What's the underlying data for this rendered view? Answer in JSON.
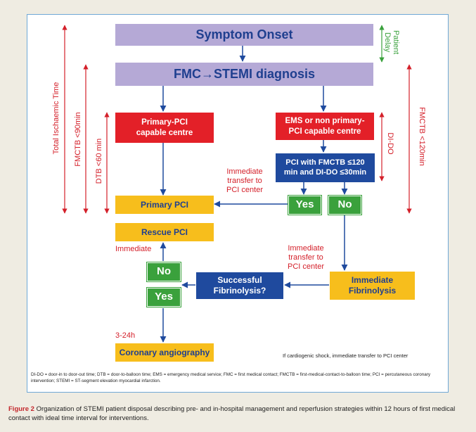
{
  "boxes": {
    "symptom_onset": "Symptom Onset",
    "fmc_diagnosis": "FMC→STEMI diagnosis",
    "primary_capable_centre": "Primary-PCI capable centre",
    "ems_centre": "EMS or non primary-PCI capable centre",
    "pci_decision": "PCI with FMCTB ≤120 min and DI-DO ≤30min",
    "yes_top": "Yes",
    "no_top": "No",
    "primary_pci": "Primary PCI",
    "rescue_pci": "Rescue PCI",
    "immediate_fibrinolysis": "Immediate Fibrinolysis",
    "successful_fibrinolysis": "Successful Fibrinolysis?",
    "no_bottom": "No",
    "yes_bottom": "Yes",
    "coronary_angiography": "Coronary angiography"
  },
  "labels": {
    "immediate_transfer_1": "Immediate transfer to PCI center",
    "immediate_transfer_2": "Immediate transfer to PCI center",
    "immediate": "Immediate",
    "timing": "3-24h",
    "cardiogenic_note": "If cardiogenic shock, immediate transfer to PCI center"
  },
  "time_labels": {
    "total_ischaemic": "Total Ischaemic Time",
    "fmctb_90": "FMCTB <90min",
    "dtb_60": "DTB <60 min",
    "patient_delay": "Patient Delay",
    "fmctb_120": "FMCTB <120min",
    "di_do": "DI-DO"
  },
  "footnote": "DI-DO = door-in to door-out time; DTB = door-to-balloon time; EMS = emergency medical service; FMC = first medical contact; FMCTB = first-medical-contact-to-balloon time; PCI = percutaneous coronary intervention; STEMI = ST-segment elevation myocardial infarction.",
  "caption": {
    "figure_label": "Figure 2",
    "text": "Organization of STEMI patient disposal describing pre- and in-hospital management and reperfusion strategies within 12 hours of first medical contact with ideal time interval for interventions."
  },
  "colors": {
    "lavender": "#b5a9d6",
    "red": "#e32028",
    "navy": "#1f4a9e",
    "yellow": "#f7be1c",
    "green": "#3aa13c",
    "arrow_blue": "#1f4a9e",
    "timing_red": "#d4202a"
  }
}
